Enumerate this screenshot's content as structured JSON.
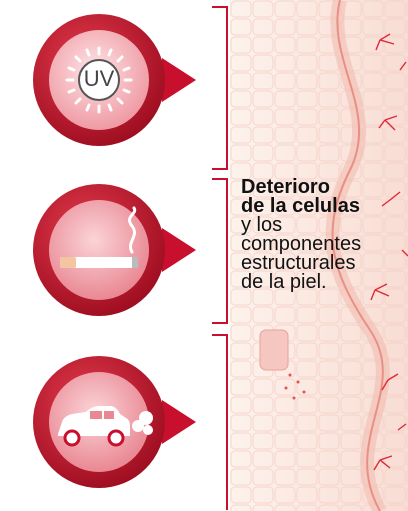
{
  "icons": [
    {
      "name": "uv-sun-icon",
      "label": "UV"
    },
    {
      "name": "cigarette-icon"
    },
    {
      "name": "car-exhaust-icon"
    }
  ],
  "caption": {
    "bold_line1": "Deterioro",
    "bold_line2": "de la celulas",
    "line3": "y los",
    "line4": "componentes",
    "line5": "estructurales",
    "line6": "de la piel."
  },
  "colors": {
    "primary_red": "#c8102e",
    "dark_red": "#8e0b1e",
    "light_pink": "#f6c8cf",
    "skin_bg": "#fbe6df"
  }
}
